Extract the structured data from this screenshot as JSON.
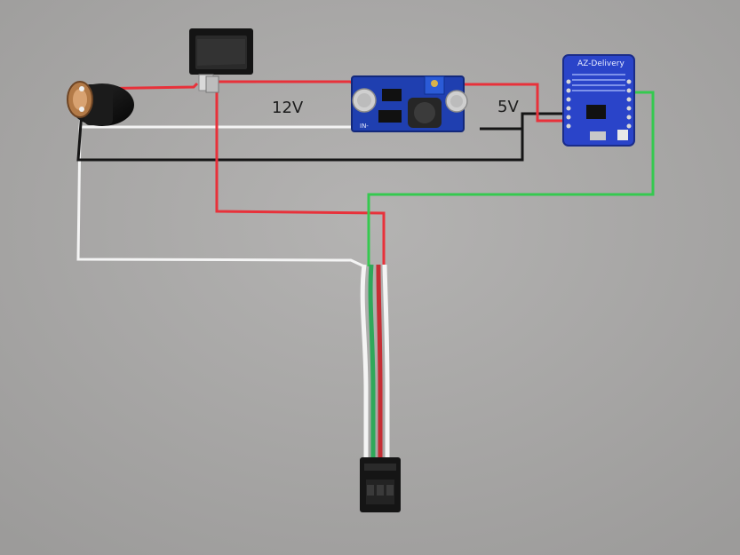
{
  "labels": {
    "input_voltage": "12V",
    "output_voltage": "5V"
  },
  "components": {
    "barrel_jack": {
      "icon": "dc-barrel-jack-icon"
    },
    "rocker_switch": {
      "icon": "rocker-switch-icon"
    },
    "buck_converter": {
      "icon": "buck-converter-module-icon",
      "pin_in_minus": "IN-"
    },
    "microcontroller": {
      "icon": "microcontroller-board-icon",
      "brand": "AZ-Delivery"
    },
    "led_connector": {
      "icon": "jst-connector-icon"
    }
  },
  "wires": {
    "red": "#e8313a",
    "black": "#151515",
    "white": "#f4f4f4",
    "green": "#35c94f"
  },
  "colors": {
    "background": "#a8a7a6",
    "pcb_blue": "#1f3fb0",
    "board_blue": "#2a44c9"
  }
}
